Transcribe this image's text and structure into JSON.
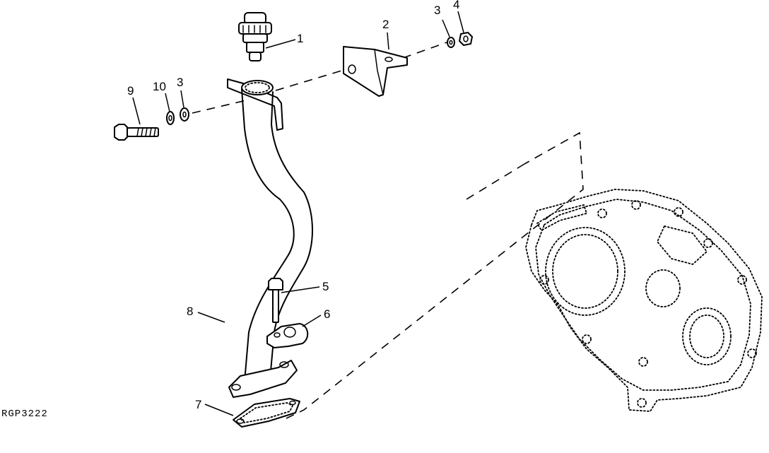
{
  "reference_code": "RGP3222",
  "callouts": [
    {
      "id": "c1",
      "label": "1"
    },
    {
      "id": "c2",
      "label": "2"
    },
    {
      "id": "c3a",
      "label": "3"
    },
    {
      "id": "c4",
      "label": "4"
    },
    {
      "id": "c9",
      "label": "9"
    },
    {
      "id": "c10",
      "label": "10"
    },
    {
      "id": "c3b",
      "label": "3"
    },
    {
      "id": "c5",
      "label": "5"
    },
    {
      "id": "c6",
      "label": "6"
    },
    {
      "id": "c8",
      "label": "8"
    },
    {
      "id": "c7",
      "label": "7"
    }
  ]
}
